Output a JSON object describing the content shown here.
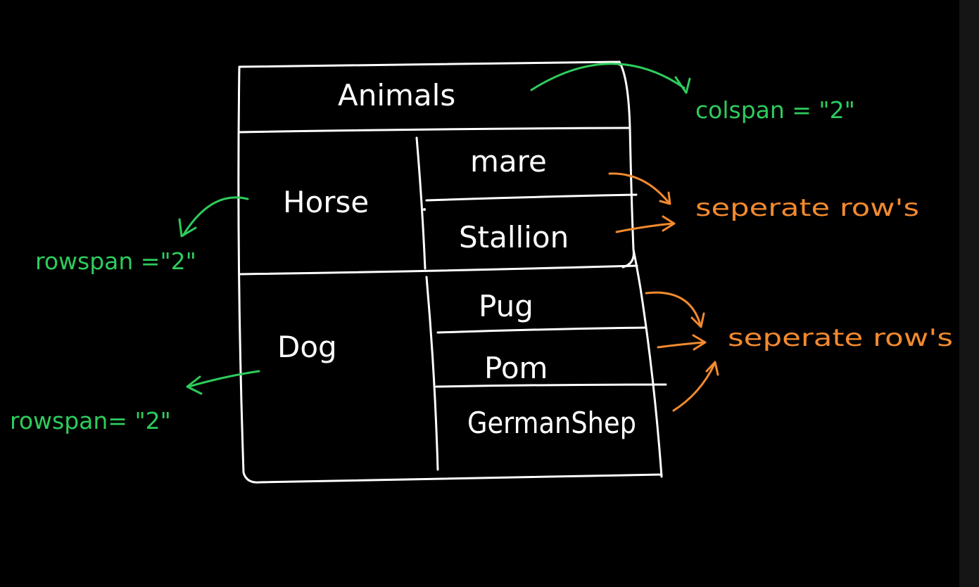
{
  "table": {
    "header": "Animals",
    "groups": [
      {
        "name": "Horse",
        "items": [
          "mare",
          "Stallion"
        ]
      },
      {
        "name": "Dog",
        "items": [
          "Pug",
          "Pom",
          "GermanShep"
        ]
      }
    ]
  },
  "annotations": {
    "colspan": "colspan = \"2\"",
    "rowspan_horse": "rowspan =\"2\"",
    "rowspan_dog": "rowspan= \"2\"",
    "separate_rows_horse": "seperate row's",
    "separate_rows_dog": "seperate row's"
  },
  "colors": {
    "background": "#000000",
    "table_lines": "#ffffff",
    "green_annotation": "#2ecc5c",
    "orange_annotation": "#f28a2e"
  }
}
